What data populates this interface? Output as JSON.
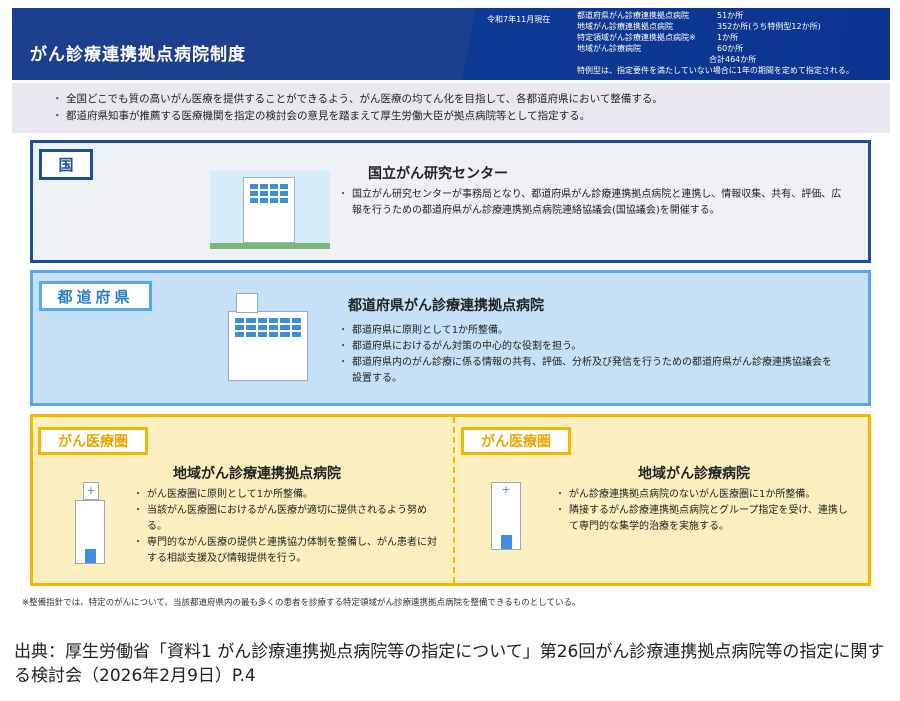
{
  "header": {
    "title": "がん診療連携拠点病院制度",
    "as_of": "令和7年11月現在",
    "stats": [
      {
        "label": "都道府県がん診療連携拠点病院",
        "value": "51か所"
      },
      {
        "label": "地域がん診療連携拠点病院",
        "value": "352か所(うち特例型12か所)"
      },
      {
        "label": "特定領域がん診療連携拠点病院※",
        "value": "1か所"
      },
      {
        "label": "地域がん診療病院",
        "value": "60か所"
      }
    ],
    "total": "合計464か所",
    "note": "特例型は、指定要件を満たしていない場合に1年の期間を定めて指定される。"
  },
  "intro": [
    "全国どこでも質の高いがん医療を提供することができるよう、がん医療の均てん化を目指して、各都道府県において整備する。",
    "都道府県知事が推薦する医療機関を指定の検討会の意見を踏まえて厚生労働大臣が拠点病院等として指定する。"
  ],
  "national": {
    "tag": "国",
    "title": "国立がん研究センター",
    "items": [
      "国立がん研究センターが事務局となり、都道府県がん診療連携拠点病院と連携し、情報収集、共有、評価、広報を行うための都道府県がん診療連携拠点病院連絡協議会(国協議会)を開催する。"
    ]
  },
  "prefecture": {
    "tag": "都道府県",
    "title": "都道府県がん診療連携拠点病院",
    "items": [
      "都道府県に原則として1か所整備。",
      "都道府県におけるがん対策の中心的な役割を担う。",
      "都道府県内のがん診療に係る情報の共有、評価、分析及び発信を行うための都道府県がん診療連携協議会を設置する。"
    ]
  },
  "regions": [
    {
      "tag": "がん医療圏",
      "title": "地域がん診療連携拠点病院",
      "items": [
        "がん医療圏に原則として1か所整備。",
        "当該がん医療圏におけるがん医療が適切に提供されるよう努める。",
        "専門的ながん医療の提供と連携協力体制を整備し、がん患者に対する相談支援及び情報提供を行う。"
      ]
    },
    {
      "tag": "がん医療圏",
      "title": "地域がん診療病院",
      "items": [
        "がん診療連携拠点病院のないがん医療圏に1か所整備。",
        "隣接するがん診療連携拠点病院とグループ指定を受け、連携して専門的な集学的治療を実施する。"
      ]
    }
  ],
  "footnote": "※整備指針では、特定のがんについて、当該都道府県内の最も多くの患者を診療する特定領域がん診療連携拠点病院を整備できるものとしている。",
  "source": "出典：厚生労働省「資料1 がん診療連携拠点病院等の指定について」第26回がん診療連携拠点病院等の指定に関する検討会（2026年2月9日）P.4",
  "colors": {
    "header": "#1d3f8f",
    "national": "#1f4e9a",
    "prefecture": "#5aa9e6",
    "region": "#f5b800"
  }
}
